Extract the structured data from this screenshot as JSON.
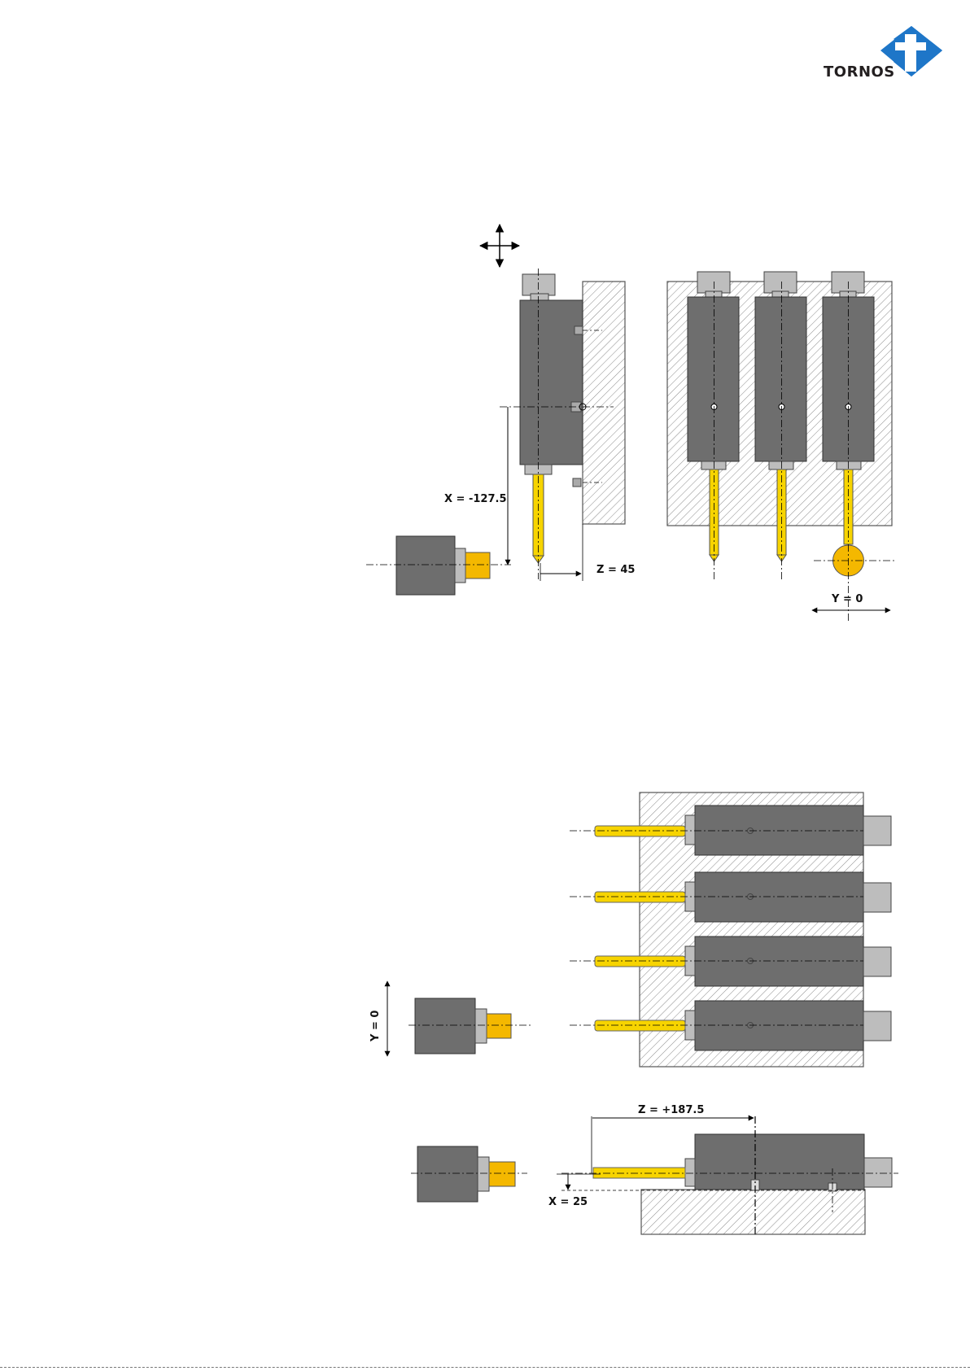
{
  "logo": {
    "text": "TORNOS",
    "color": "#1e76c8"
  },
  "diagram_top": {
    "x_dim": "X = -127.5",
    "z_dim": "Z = 45",
    "y_dim": "Y = 0"
  },
  "diagram_bottom": {
    "y_dim": "Y = 0",
    "z_dim": "Z = +187.5",
    "x_dim": "X = 25"
  },
  "colors": {
    "tool_body": "#6e6e6e",
    "tool_cap": "#bdbdbd",
    "tool_yellow": "#f7d400",
    "spindle_gold": "#f4b800"
  },
  "icons": [
    "tornos-logo-icon",
    "four-way-arrow-icon"
  ]
}
